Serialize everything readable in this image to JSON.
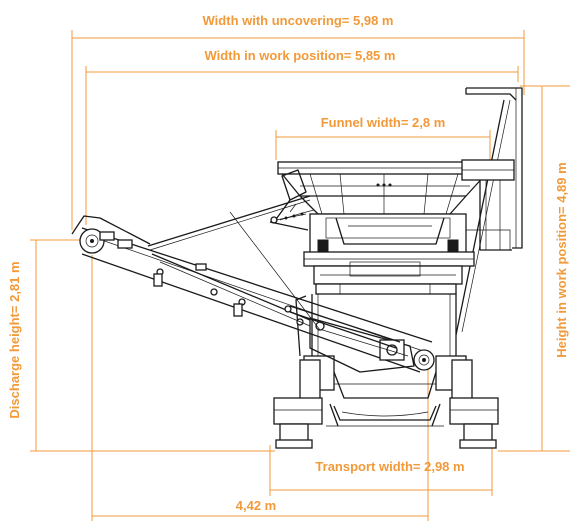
{
  "colors": {
    "accent": "#F29A3A",
    "line": "#1a1a1a"
  },
  "dimensions": {
    "width_uncovering": "Width with uncovering= 5,98 m",
    "width_work": "Width in work position= 5,85 m",
    "funnel_width": "Funnel width= 2,8 m",
    "height_work": "Height in work position= 4,89 m",
    "discharge_height": "Discharge height= 2,81 m",
    "transport_width": "Transport width= 2,98 m",
    "length": "4,42 m"
  }
}
